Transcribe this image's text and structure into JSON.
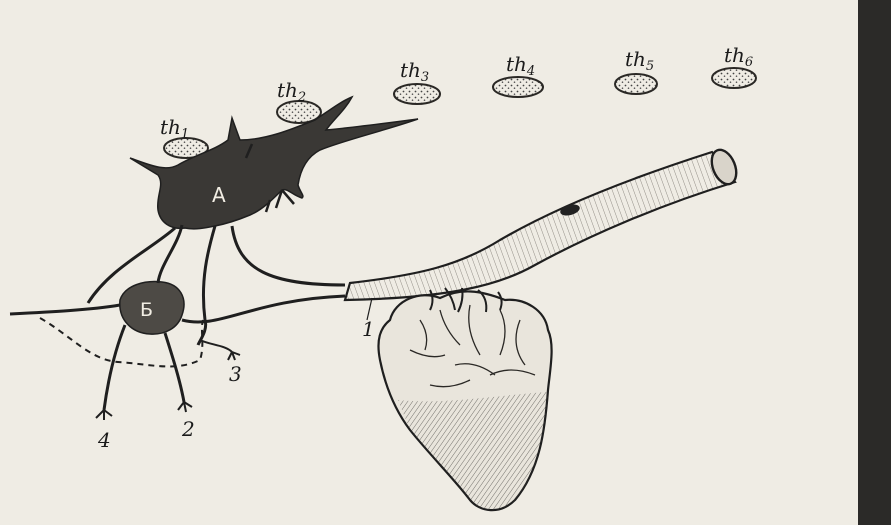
{
  "diagram": {
    "colors": {
      "paper": "#efece4",
      "ink": "#1f1f1f",
      "cell": "#3a3835",
      "ganglion": "#4d4a45",
      "vessel_fill": "#d8d3c8",
      "heart_fill": "#e9e5dc",
      "nucleus_text": "#f2eee4"
    },
    "thoracic_ganglia": [
      {
        "id": "th1",
        "label": "th",
        "sub": "1"
      },
      {
        "id": "th2",
        "label": "th",
        "sub": "2"
      },
      {
        "id": "th3",
        "label": "th",
        "sub": "3"
      },
      {
        "id": "th4",
        "label": "th",
        "sub": "4"
      },
      {
        "id": "th5",
        "label": "th",
        "sub": "5"
      },
      {
        "id": "th6",
        "label": "th",
        "sub": "6"
      }
    ],
    "neurons": {
      "a": {
        "label": "А"
      },
      "b": {
        "label": "Б"
      }
    },
    "pathway_labels": {
      "p1": "1",
      "p2": "2",
      "p3": "3",
      "p4": "4"
    },
    "structures": [
      "aorta",
      "heart",
      "nerve-fibres",
      "dashed-fiber"
    ]
  }
}
